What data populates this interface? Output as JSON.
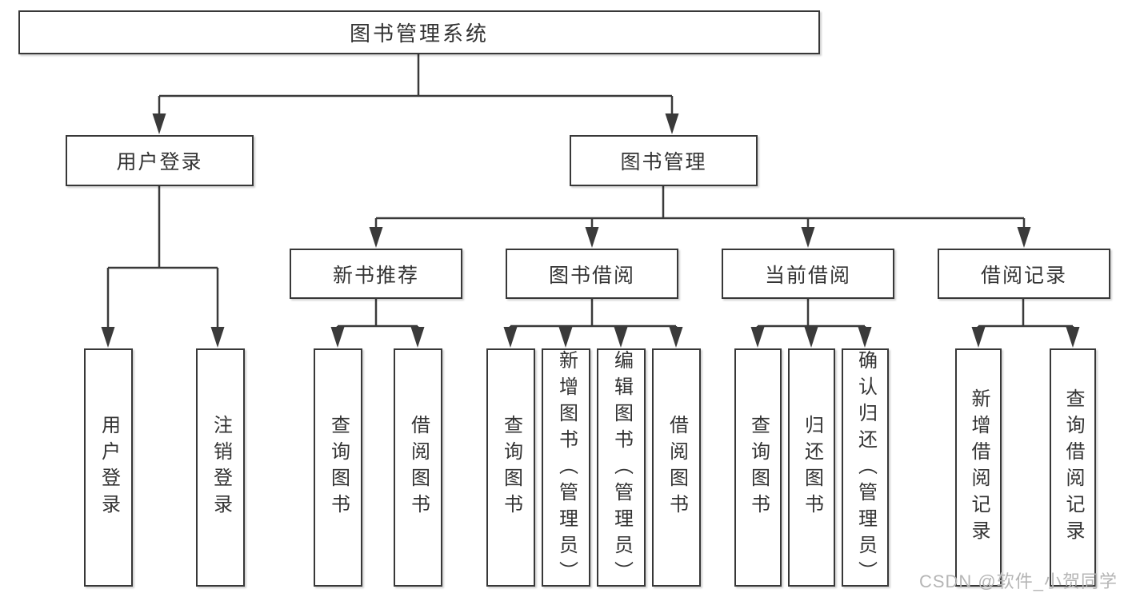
{
  "colors": {
    "line": "#3a3a3a",
    "box_border": "#383838",
    "text": "#333333",
    "watermark": "#b5b5b5",
    "background": "#ffffff"
  },
  "tree": {
    "root": "图书管理系统",
    "children": [
      {
        "label": "用户登录",
        "children": [
          "用户登录",
          "注销登录"
        ]
      },
      {
        "label": "图书管理",
        "children": [
          {
            "label": "新书推荐",
            "children": [
              "查询图书",
              "借阅图书"
            ]
          },
          {
            "label": "图书借阅",
            "children": [
              "查询图书",
              "新增图书（管理员）",
              "编辑图书（管理员）",
              "借阅图书"
            ]
          },
          {
            "label": "当前借阅",
            "children": [
              "查询图书",
              "归还图书",
              "确认归还（管理员）"
            ]
          },
          {
            "label": "借阅记录",
            "children": [
              "新增借阅记录",
              "查询借阅记录"
            ]
          }
        ]
      }
    ]
  },
  "watermark": "CSDN @软件_小贺同学"
}
